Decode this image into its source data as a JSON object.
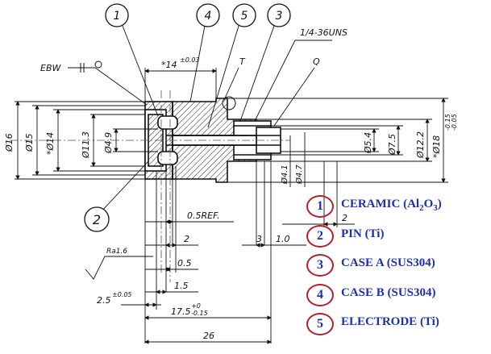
{
  "balloons": [
    {
      "num": "1"
    },
    {
      "num": "4"
    },
    {
      "num": "5"
    },
    {
      "num": "3"
    },
    {
      "num": "2"
    }
  ],
  "callouts": {
    "thread": "1/4-36UNS",
    "t_label": "T",
    "q_label": "Q",
    "weld_symbol": "EBW",
    "roughness": "Ra1.6"
  },
  "dimensions": {
    "top_width": "*14",
    "top_width_tol": "±0.03",
    "d16": "Ø16",
    "d15": "Ø15",
    "d14": "*Ø14",
    "d11_3": "Ø11.3",
    "d4_9": "Ø4.9",
    "d5_4": "Ø5.4",
    "d7_5": "Ø7.5",
    "d12_2": "Ø12.2",
    "d18": "*Ø18",
    "d18_tol_upper": "-0.05",
    "d18_tol_lower": "-0.15",
    "d4_1": "Ø4.1",
    "d4_7": "Ø4.7",
    "ref": "0.5REF.",
    "two_a": "2",
    "two_b": "2",
    "three": "3",
    "one_zero": "1.0",
    "zero_five": "0.5",
    "one_five": "1.5",
    "two_five": "2.5",
    "two_five_tol": "±0.05",
    "seventeen_five": "17.5",
    "seventeen_five_tol_upper": "+0",
    "seventeen_five_tol_lower": "-0.15",
    "overall": "26"
  },
  "legend": [
    {
      "num": "1",
      "label": "CERAMIC (Al2O3)"
    },
    {
      "num": "2",
      "label": "PIN (Ti)"
    },
    {
      "num": "3",
      "label": "CASE A (SUS304)"
    },
    {
      "num": "4",
      "label": "CASE B (SUS304)"
    },
    {
      "num": "5",
      "label": "ELECTRODE (Ti)"
    }
  ],
  "colors": {
    "line": "#111111",
    "legend_text": "#1b2fb0",
    "legend_circle": "#b0202a",
    "center_line": "#555555"
  }
}
